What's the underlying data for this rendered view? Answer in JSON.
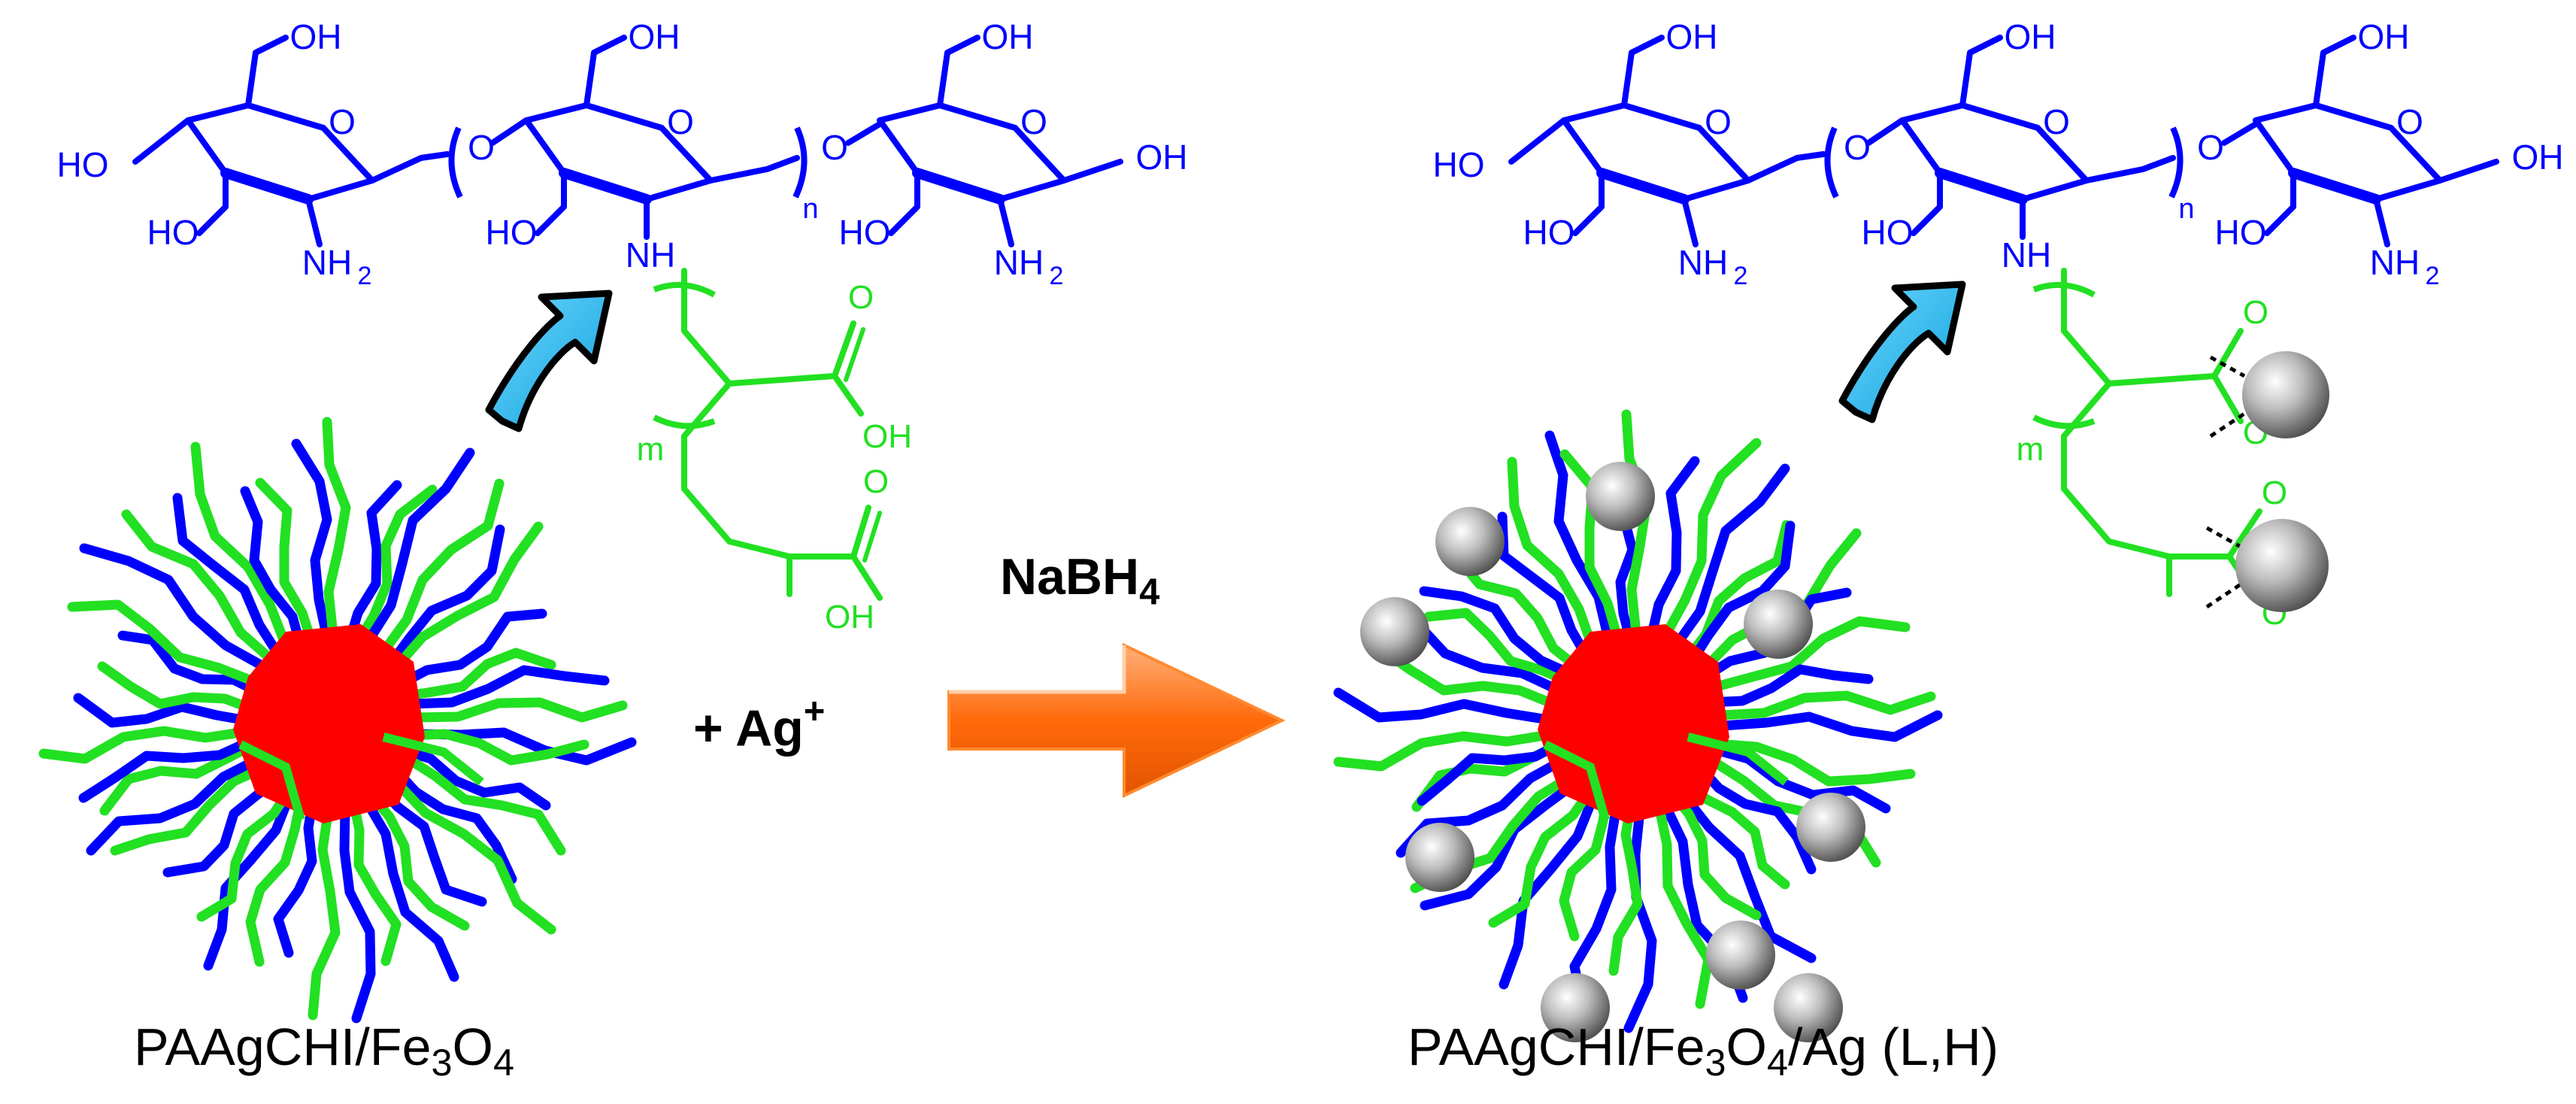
{
  "colors": {
    "chitosan": "#0000ff",
    "paa": "#22e022",
    "core": "#ff0000",
    "silver": "#a8a8a8",
    "reaction_arrow": "#ff7a1a",
    "curved_arrow": "#1eb4ee"
  },
  "icons": {
    "reaction_arrow": "orange-block-arrow",
    "curved_arrow": "cyan-curved-arrow",
    "nanoparticle": "brush-nanoparticle",
    "silver_particle": "grey-sphere"
  },
  "chitosan": {
    "oh": "OH",
    "ho": "HO",
    "o": "O",
    "nh2_main": "NH",
    "nh2_sub": "2",
    "nh": "NH",
    "n": "n"
  },
  "paa": {
    "o": "O",
    "oh": "OH",
    "m": "m"
  },
  "reagents": {
    "reducer_main": "NaBH",
    "reducer_sub": "4",
    "ion_main": "+ Ag",
    "ion_sup": "+"
  },
  "captions": {
    "left": {
      "p1": "PAAgCHI/Fe",
      "s1": "3",
      "p2": "O",
      "s2": "4",
      "p3": ""
    },
    "right": {
      "p1": "PAAgCHI/Fe",
      "s1": "3",
      "p2": "O",
      "s2": "4",
      "p3": "/Ag (L,H)"
    }
  }
}
